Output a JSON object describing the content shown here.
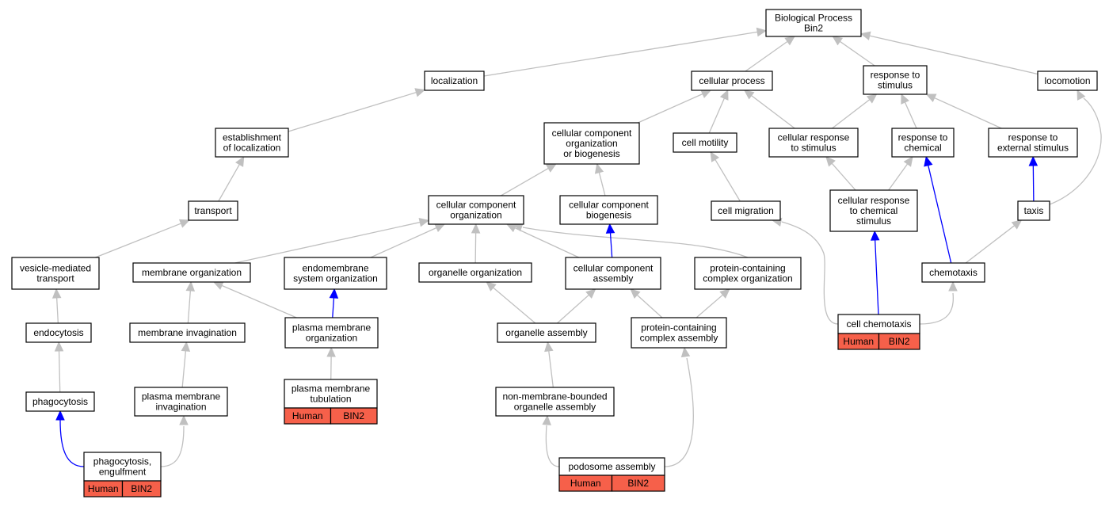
{
  "legend_tag": {
    "species": "Human",
    "gene": "BIN2"
  },
  "colors": {
    "edge_default": "#c0c0c0",
    "edge_annotated": "#0000ff",
    "annotation_fill": "#f6604a"
  },
  "nodes": [
    {
      "id": "bp",
      "lines": [
        "Biological Process",
        "Bin2"
      ]
    },
    {
      "id": "localization",
      "lines": [
        "localization"
      ]
    },
    {
      "id": "cellular_process",
      "lines": [
        "cellular process"
      ]
    },
    {
      "id": "response_to_stimulus",
      "lines": [
        "response to",
        "stimulus"
      ]
    },
    {
      "id": "locomotion",
      "lines": [
        "locomotion"
      ]
    },
    {
      "id": "establishment_of_localization",
      "lines": [
        "establishment",
        "of localization"
      ]
    },
    {
      "id": "ccob",
      "lines": [
        "cellular component",
        "organization",
        "or biogenesis"
      ]
    },
    {
      "id": "cell_motility",
      "lines": [
        "cell motility"
      ]
    },
    {
      "id": "cellular_response_to_stimulus",
      "lines": [
        "cellular response",
        "to stimulus"
      ]
    },
    {
      "id": "response_to_chemical",
      "lines": [
        "response to",
        "chemical"
      ]
    },
    {
      "id": "response_to_external_stimulus",
      "lines": [
        "response to",
        "external stimulus"
      ]
    },
    {
      "id": "transport",
      "lines": [
        "transport"
      ]
    },
    {
      "id": "cco",
      "lines": [
        "cellular component",
        "organization"
      ]
    },
    {
      "id": "ccb",
      "lines": [
        "cellular component",
        "biogenesis"
      ]
    },
    {
      "id": "cell_migration",
      "lines": [
        "cell migration"
      ]
    },
    {
      "id": "crtcs",
      "lines": [
        "cellular response",
        "to chemical",
        "stimulus"
      ]
    },
    {
      "id": "taxis",
      "lines": [
        "taxis"
      ]
    },
    {
      "id": "vesicle_mediated_transport",
      "lines": [
        "vesicle-mediated",
        "transport"
      ]
    },
    {
      "id": "membrane_organization",
      "lines": [
        "membrane organization"
      ]
    },
    {
      "id": "endomembrane_system_organization",
      "lines": [
        "endomembrane",
        "system organization"
      ]
    },
    {
      "id": "organelle_organization",
      "lines": [
        "organelle organization"
      ]
    },
    {
      "id": "cca",
      "lines": [
        "cellular component",
        "assembly"
      ]
    },
    {
      "id": "pcco",
      "lines": [
        "protein-containing",
        "complex organization"
      ]
    },
    {
      "id": "chemotaxis",
      "lines": [
        "chemotaxis"
      ]
    },
    {
      "id": "endocytosis",
      "lines": [
        "endocytosis"
      ]
    },
    {
      "id": "membrane_invagination",
      "lines": [
        "membrane invagination"
      ]
    },
    {
      "id": "plasma_membrane_organization",
      "lines": [
        "plasma membrane",
        "organization"
      ]
    },
    {
      "id": "organelle_assembly",
      "lines": [
        "organelle assembly"
      ]
    },
    {
      "id": "pcca",
      "lines": [
        "protein-containing",
        "complex assembly"
      ]
    },
    {
      "id": "cell_chemotaxis",
      "lines": [
        "cell chemotaxis"
      ],
      "annotated": true
    },
    {
      "id": "phagocytosis",
      "lines": [
        "phagocytosis"
      ]
    },
    {
      "id": "plasma_membrane_invagination",
      "lines": [
        "plasma membrane",
        "invagination"
      ]
    },
    {
      "id": "plasma_membrane_tubulation",
      "lines": [
        "plasma membrane",
        "tubulation"
      ],
      "annotated": true
    },
    {
      "id": "nmboa",
      "lines": [
        "non-membrane-bounded",
        "organelle assembly"
      ]
    },
    {
      "id": "phagocytosis_engulfment",
      "lines": [
        "phagocytosis,",
        "engulfment"
      ],
      "annotated": true
    },
    {
      "id": "podosome_assembly",
      "lines": [
        "podosome assembly"
      ],
      "annotated": true
    }
  ],
  "edges": [
    {
      "from": "localization",
      "to": "bp"
    },
    {
      "from": "cellular_process",
      "to": "bp"
    },
    {
      "from": "response_to_stimulus",
      "to": "bp"
    },
    {
      "from": "locomotion",
      "to": "bp"
    },
    {
      "from": "establishment_of_localization",
      "to": "localization"
    },
    {
      "from": "ccob",
      "to": "cellular_process"
    },
    {
      "from": "cell_motility",
      "to": "cellular_process"
    },
    {
      "from": "cellular_response_to_stimulus",
      "to": "cellular_process"
    },
    {
      "from": "cellular_response_to_stimulus",
      "to": "response_to_stimulus"
    },
    {
      "from": "response_to_chemical",
      "to": "response_to_stimulus"
    },
    {
      "from": "response_to_external_stimulus",
      "to": "response_to_stimulus"
    },
    {
      "from": "transport",
      "to": "establishment_of_localization"
    },
    {
      "from": "cco",
      "to": "ccob"
    },
    {
      "from": "ccb",
      "to": "ccob"
    },
    {
      "from": "cell_migration",
      "to": "cell_motility"
    },
    {
      "from": "crtcs",
      "to": "cellular_response_to_stimulus"
    },
    {
      "from": "crtcs",
      "to": "response_to_chemical"
    },
    {
      "from": "taxis",
      "to": "response_to_external_stimulus",
      "type": "annotated"
    },
    {
      "from": "taxis",
      "to": "locomotion"
    },
    {
      "from": "vesicle_mediated_transport",
      "to": "transport"
    },
    {
      "from": "membrane_organization",
      "to": "cco"
    },
    {
      "from": "endomembrane_system_organization",
      "to": "cco"
    },
    {
      "from": "organelle_organization",
      "to": "cco"
    },
    {
      "from": "cca",
      "to": "cco"
    },
    {
      "from": "pcco",
      "to": "cco"
    },
    {
      "from": "cca",
      "to": "ccb",
      "type": "annotated"
    },
    {
      "from": "chemotaxis",
      "to": "response_to_chemical",
      "type": "annotated"
    },
    {
      "from": "chemotaxis",
      "to": "taxis"
    },
    {
      "from": "endocytosis",
      "to": "vesicle_mediated_transport"
    },
    {
      "from": "membrane_invagination",
      "to": "membrane_organization"
    },
    {
      "from": "plasma_membrane_organization",
      "to": "membrane_organization"
    },
    {
      "from": "plasma_membrane_organization",
      "to": "endomembrane_system_organization",
      "type": "annotated"
    },
    {
      "from": "organelle_assembly",
      "to": "organelle_organization"
    },
    {
      "from": "organelle_assembly",
      "to": "cca"
    },
    {
      "from": "pcca",
      "to": "cca"
    },
    {
      "from": "pcca",
      "to": "pcco"
    },
    {
      "from": "cell_chemotaxis",
      "to": "crtcs",
      "type": "annotated"
    },
    {
      "from": "cell_chemotaxis",
      "to": "chemotaxis"
    },
    {
      "from": "cell_chemotaxis",
      "to": "cell_migration"
    },
    {
      "from": "phagocytosis",
      "to": "endocytosis"
    },
    {
      "from": "plasma_membrane_invagination",
      "to": "membrane_invagination"
    },
    {
      "from": "plasma_membrane_tubulation",
      "to": "plasma_membrane_organization"
    },
    {
      "from": "nmboa",
      "to": "organelle_assembly"
    },
    {
      "from": "phagocytosis_engulfment",
      "to": "phagocytosis",
      "type": "annotated"
    },
    {
      "from": "phagocytosis_engulfment",
      "to": "plasma_membrane_invagination"
    },
    {
      "from": "podosome_assembly",
      "to": "nmboa"
    },
    {
      "from": "podosome_assembly",
      "to": "pcca"
    }
  ]
}
